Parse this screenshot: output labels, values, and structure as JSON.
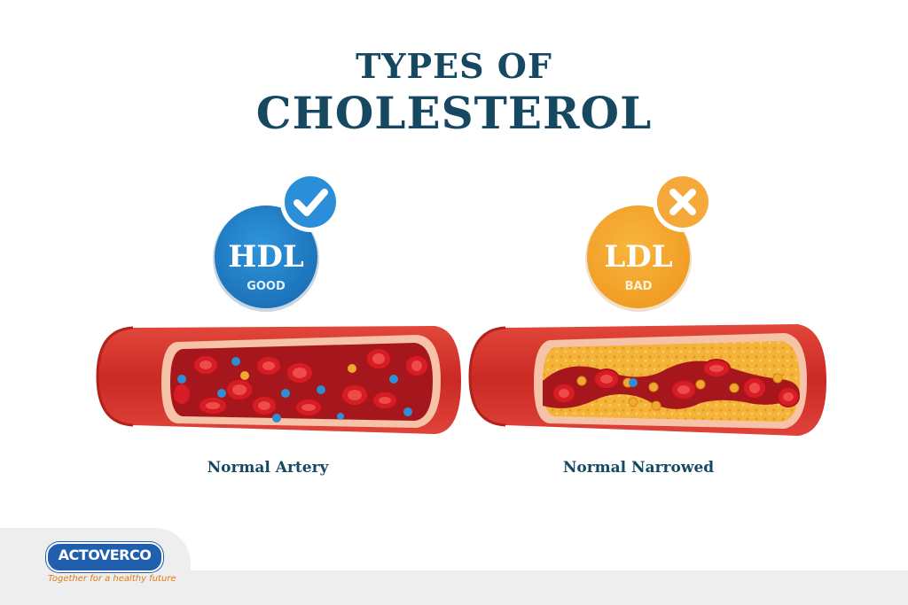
{
  "title": {
    "line1": "TYPES OF",
    "line2": "CHOLESTEROL"
  },
  "hdl": {
    "abbr": "HDL",
    "label": "GOOD",
    "status_icon": "check-icon",
    "color": "#1f7fc6"
  },
  "ldl": {
    "abbr": "LDL",
    "label": "BAD",
    "status_icon": "x-icon",
    "color": "#f4a52d"
  },
  "arteries": {
    "left_caption": "Normal Artery",
    "right_caption": "Normal Narrowed"
  },
  "colors": {
    "title": "#164861",
    "artery_wall": "#d9352b",
    "artery_inner": "#a5171c",
    "blood_cell": "#d61d25",
    "plaque": "#f3b53a",
    "hdl_particle": "#2e8fd6",
    "ldl_particle": "#f0a830"
  },
  "brand": {
    "name": "ACTOVERCO",
    "tagline": "Together for a healthy future"
  }
}
